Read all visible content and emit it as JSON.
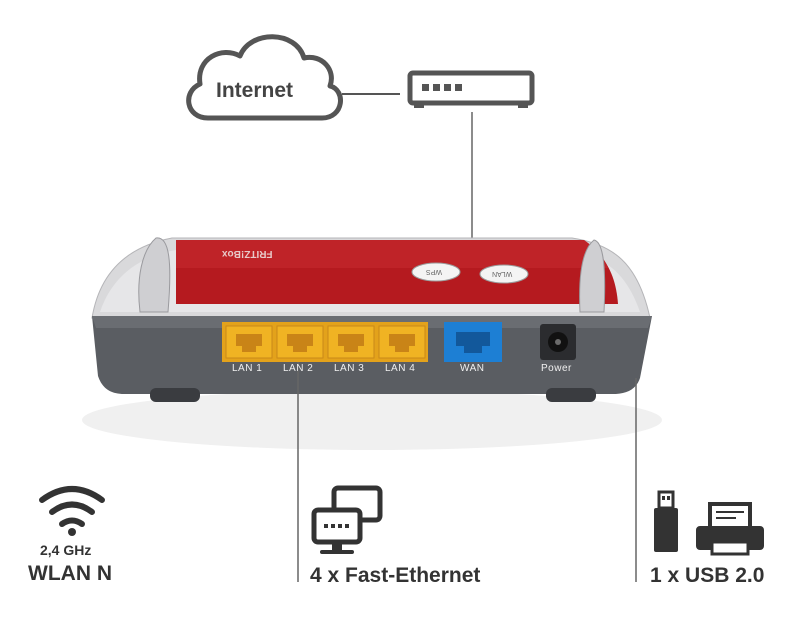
{
  "internet": {
    "label": "Internet"
  },
  "router": {
    "brand": "FRITZ!Box",
    "buttons": [
      "WLAN",
      "WPS"
    ],
    "ports": [
      "LAN 1",
      "LAN 2",
      "LAN 3",
      "LAN 4"
    ],
    "wan_label": "WAN",
    "power_label": "Power"
  },
  "features": {
    "wlan": {
      "freq": "2,4 GHz",
      "name": "WLAN N"
    },
    "ethernet": {
      "name": "4 x Fast-Ethernet"
    },
    "usb": {
      "name": "1 x USB 2.0"
    }
  },
  "colors": {
    "red": "#b51a1f",
    "lan_yellow": "#f0b323",
    "wan_blue": "#1d7fd4",
    "body_grey": "#5a5d62",
    "label_dark": "#333333"
  }
}
